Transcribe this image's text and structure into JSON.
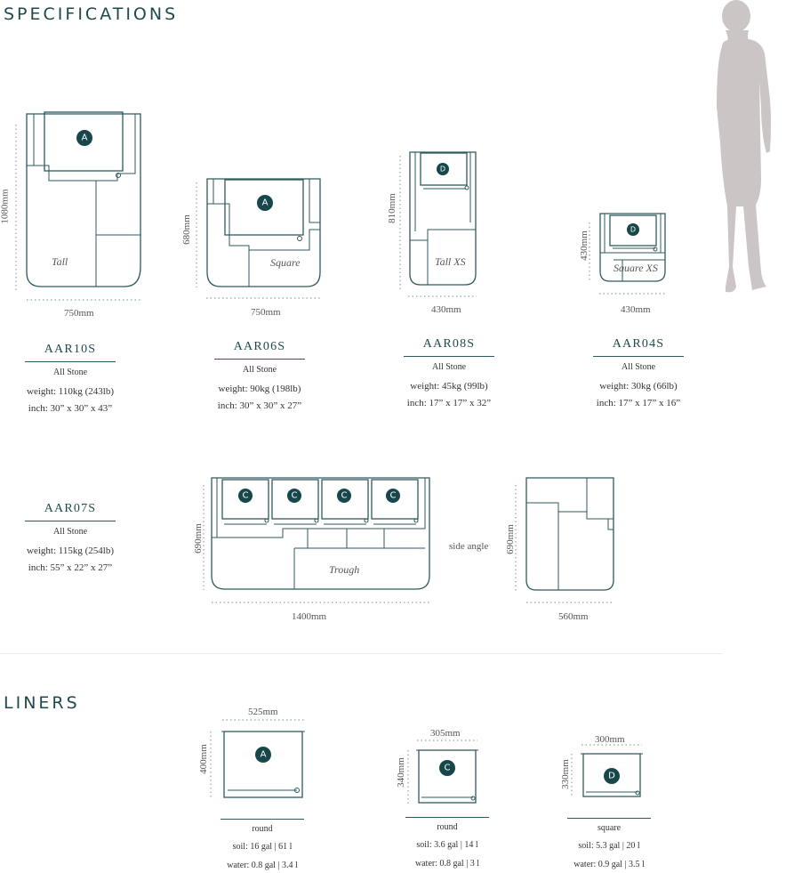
{
  "headings": {
    "specifications": "SPECIFICATIONS",
    "liners": "LINERS"
  },
  "products": [
    {
      "code": "AAR10S",
      "material": "All Stone",
      "weight": "weight: 110kg (243lb)",
      "inch": "inch: 30” x 30” x 43”",
      "label": "Tall",
      "badge": "A",
      "width": "750mm",
      "height": "1080mm"
    },
    {
      "code": "AAR06S",
      "material": "All Stone",
      "weight": "weight: 90kg (198lb)",
      "inch": "inch: 30” x 30” x 27”",
      "label": "Square",
      "badge": "A",
      "width": "750mm",
      "height": "680mm"
    },
    {
      "code": "AAR08S",
      "material": "All Stone",
      "weight": "weight: 45kg (99lb)",
      "inch": "inch: 17” x 17” x 32”",
      "label": "Tall XS",
      "badge": "D",
      "width": "430mm",
      "height": "810mm"
    },
    {
      "code": "AAR04S",
      "material": "All Stone",
      "weight": "weight: 30kg (66lb)",
      "inch": "inch: 17” x 17” x 16”",
      "label": "Square XS",
      "badge": "D",
      "width": "430mm",
      "height": "430mm"
    },
    {
      "code": "AAR07S",
      "material": "All Stone",
      "weight": "weight: 115kg (254lb)",
      "inch": "inch: 55” x 22” x 27”",
      "label": "Trough",
      "badge": "C",
      "width": "1400mm",
      "height": "690mm",
      "side_label": "side angle",
      "side_width": "560mm",
      "side_height": "690mm"
    }
  ],
  "liners": [
    {
      "badge": "A",
      "width": "525mm",
      "height": "400mm",
      "shape": "round",
      "soil": "soil: 16 gal | 61 l",
      "water": "water: 0.8 gal |  3.4 l"
    },
    {
      "badge": "C",
      "width": "305mm",
      "height": "340mm",
      "shape": "round",
      "soil": "soil: 3.6 gal | 14 l",
      "water": "water: 0.8 gal | 3 l"
    },
    {
      "badge": "D",
      "width": "300mm",
      "height": "330mm",
      "shape": "square",
      "soil": "soil: 5.3 gal | 20 l",
      "water": "water: 0.9 gal |  3.5 l"
    }
  ],
  "colors": {
    "accent": "#17474a",
    "line": "#2e5a5d",
    "silhouette": "#cbc6c5"
  }
}
